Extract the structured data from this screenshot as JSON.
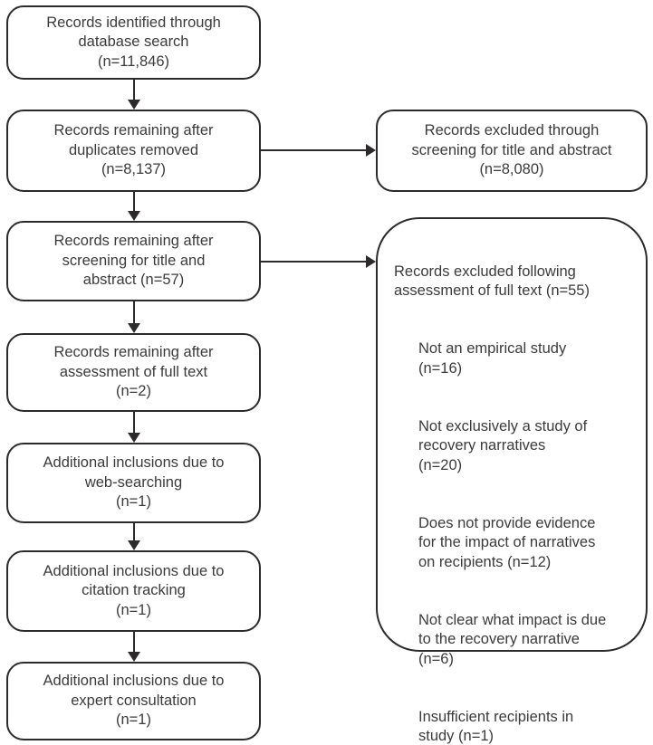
{
  "flow": {
    "left_boxes": [
      {
        "text": "Records identified through\ndatabase search\n(n=11,846)"
      },
      {
        "text": "Records remaining after\nduplicates removed\n(n=8,137)"
      },
      {
        "text": "Records remaining after\nscreening for title and\nabstract (n=57)"
      },
      {
        "text": "Records remaining after\nassessment of full text\n(n=2)"
      },
      {
        "text": "Additional inclusions due to\nweb-searching\n(n=1)"
      },
      {
        "text": "Additional inclusions due to\ncitation tracking\n(n=1)"
      },
      {
        "text": "Additional inclusions due to\nexpert consultation\n(n=1)"
      }
    ],
    "excluded_screening_box": {
      "text": "Records excluded through\nscreening for title and abstract\n(n=8,080)"
    },
    "excluded_fulltext_panel": {
      "header": "Records excluded following\nassessment of full text (n=55)",
      "items": [
        "Not an empirical study\n(n=16)",
        "Not exclusively a study of\nrecovery narratives\n(n=20)",
        "Does not provide evidence\nfor the impact of narratives\non recipients (n=12)",
        "Not clear what impact is due\nto the recovery narrative\n(n=6)",
        "Insufficient recipients in\nstudy (n=1)"
      ]
    },
    "colors": {
      "border": "#2d2a2b",
      "text": "#3b3b3b",
      "background": "#ffffff"
    }
  }
}
